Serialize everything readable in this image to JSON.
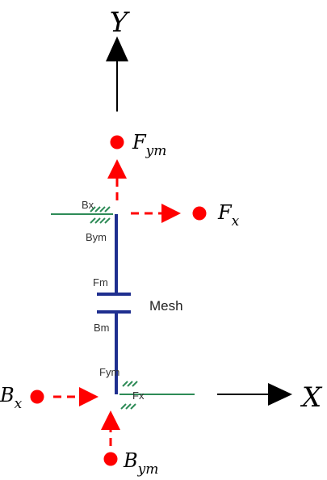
{
  "axes": {
    "y_label": "Y",
    "x_label": "X"
  },
  "force_labels": {
    "fym": {
      "base": "F",
      "sub": "ym"
    },
    "fx": {
      "base": "F",
      "sub": "x"
    },
    "bx": {
      "base": "B",
      "sub": "x"
    },
    "bym": {
      "base": "B",
      "sub": "ym"
    }
  },
  "diagram_labels": {
    "top_bx": "Bx",
    "top_bym": "Bym",
    "fm": "Fm",
    "mesh": "Mesh",
    "bm": "Bm",
    "bottom_fym": "Fym",
    "bottom_fx": "Fx"
  },
  "colors": {
    "axis": "#000000",
    "force": "#ff0000",
    "shaft": "#1f2f8f",
    "bearing": "#2e8b57"
  }
}
